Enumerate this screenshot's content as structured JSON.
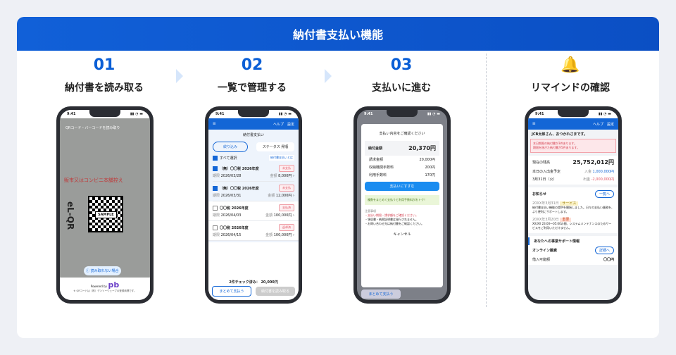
{
  "header": {
    "title": "納付書支払い機能"
  },
  "steps": [
    {
      "num": "01",
      "title": "納付書を読み取る"
    },
    {
      "num": "02",
      "title": "一覧で管理する"
    },
    {
      "num": "03",
      "title": "支払いに進む"
    },
    {
      "num": "",
      "title": "リマインドの確認"
    }
  ],
  "status_time": "9:41",
  "phone1": {
    "scan_title": "QRコード・バーコードを読み取り",
    "sample": "SAMPLE",
    "help_button": "読み取れない場合",
    "powered": "Powered by",
    "footnote": "※ QRコードは（株）デンソーウェーブの登録商標です。"
  },
  "phone2": {
    "help": "ヘルプ",
    "settings": "設定",
    "title": "納付書支払い",
    "filter": "絞り込み",
    "status_select": "ステータス 昇順",
    "select_all": "すべて選択",
    "about": "納付書支払いとは",
    "items": [
      {
        "name": "（無）〇〇税 2026年度",
        "date": "2026/03/28",
        "amount": "8,000円",
        "status": "未支払",
        "checked": true
      },
      {
        "name": "（無）〇〇税 2026年度",
        "date": "2026/03/31",
        "amount": "12,000円",
        "status": "未支払",
        "checked": true
      },
      {
        "name": "〇〇税 2026年度",
        "date": "2026/04/03",
        "amount": "100,000円",
        "status": "支払済",
        "checked": false
      },
      {
        "name": "〇〇税 2026年度",
        "date": "2026/04/15",
        "amount": "100,000円",
        "status": "返却済",
        "checked": false
      }
    ],
    "due_label": "期限",
    "amount_label": "金額",
    "summary": "2件チェック済み： 20,000円",
    "bulk_pay": "まとめて支払う",
    "read_button": "納付書を読み取る"
  },
  "phone3": {
    "title": "支払い内容をご確認ください",
    "total_label": "納付金額",
    "total": "20,370円",
    "lines": [
      [
        "請求金額",
        "20,000円"
      ],
      [
        "収納機関手数料",
        "200円"
      ],
      [
        "利用手数料",
        "170円"
      ]
    ],
    "pay_button": "支払いにすすむ",
    "promo": "複数をまとめて支払うと利用手数料がおトク！",
    "notes_title": "注意事項",
    "notes": [
      "支払い期限・請求額をご確認ください。",
      "領収書・納税証明書は発行されません。",
      "お問い合わせ先は納付書をご確認ください。"
    ],
    "cancel": "キャンセル",
    "bulk_pay": "まとめて支払う"
  },
  "phone4": {
    "help": "ヘルプ",
    "settings": "設定",
    "greeting": "JCB太郎さん、おつかれさまです。",
    "alert1": "本日期限の納付書が3件あります。",
    "alert2": "期限を過ぎた納付書が5件あります。",
    "balance_label": "現在の残高",
    "balance": "25,752,012円",
    "schedule_label": "本日の入出金予定",
    "schedule_date": "3月31日（火）",
    "in_label": "入金",
    "in_amount": "1,000,000円",
    "out_label": "出金",
    "out_amount": "-2,000,000円",
    "news_title": "お知らせ",
    "news_all": "一覧へ",
    "news": [
      {
        "date": "20XX年3月31日",
        "tag": "サービス",
        "text": "納付書支払い機能の提供を開始しました。日々の支払い業務を、より便利にサポートします。"
      },
      {
        "date": "20XX年3月20日",
        "tag": "重要",
        "text": "XX/XX 23:00〜05:00の間、システムメンテナンスのためサービスをご利用いただけません。"
      }
    ],
    "support_title": "あなたへの事業サポート情報",
    "loan": "オンライン融資",
    "detail": "詳細へ",
    "limit_label": "借入可能額",
    "limit": "〇〇円"
  },
  "colors": {
    "brand": "#1366d6",
    "alert": "#e05060"
  }
}
